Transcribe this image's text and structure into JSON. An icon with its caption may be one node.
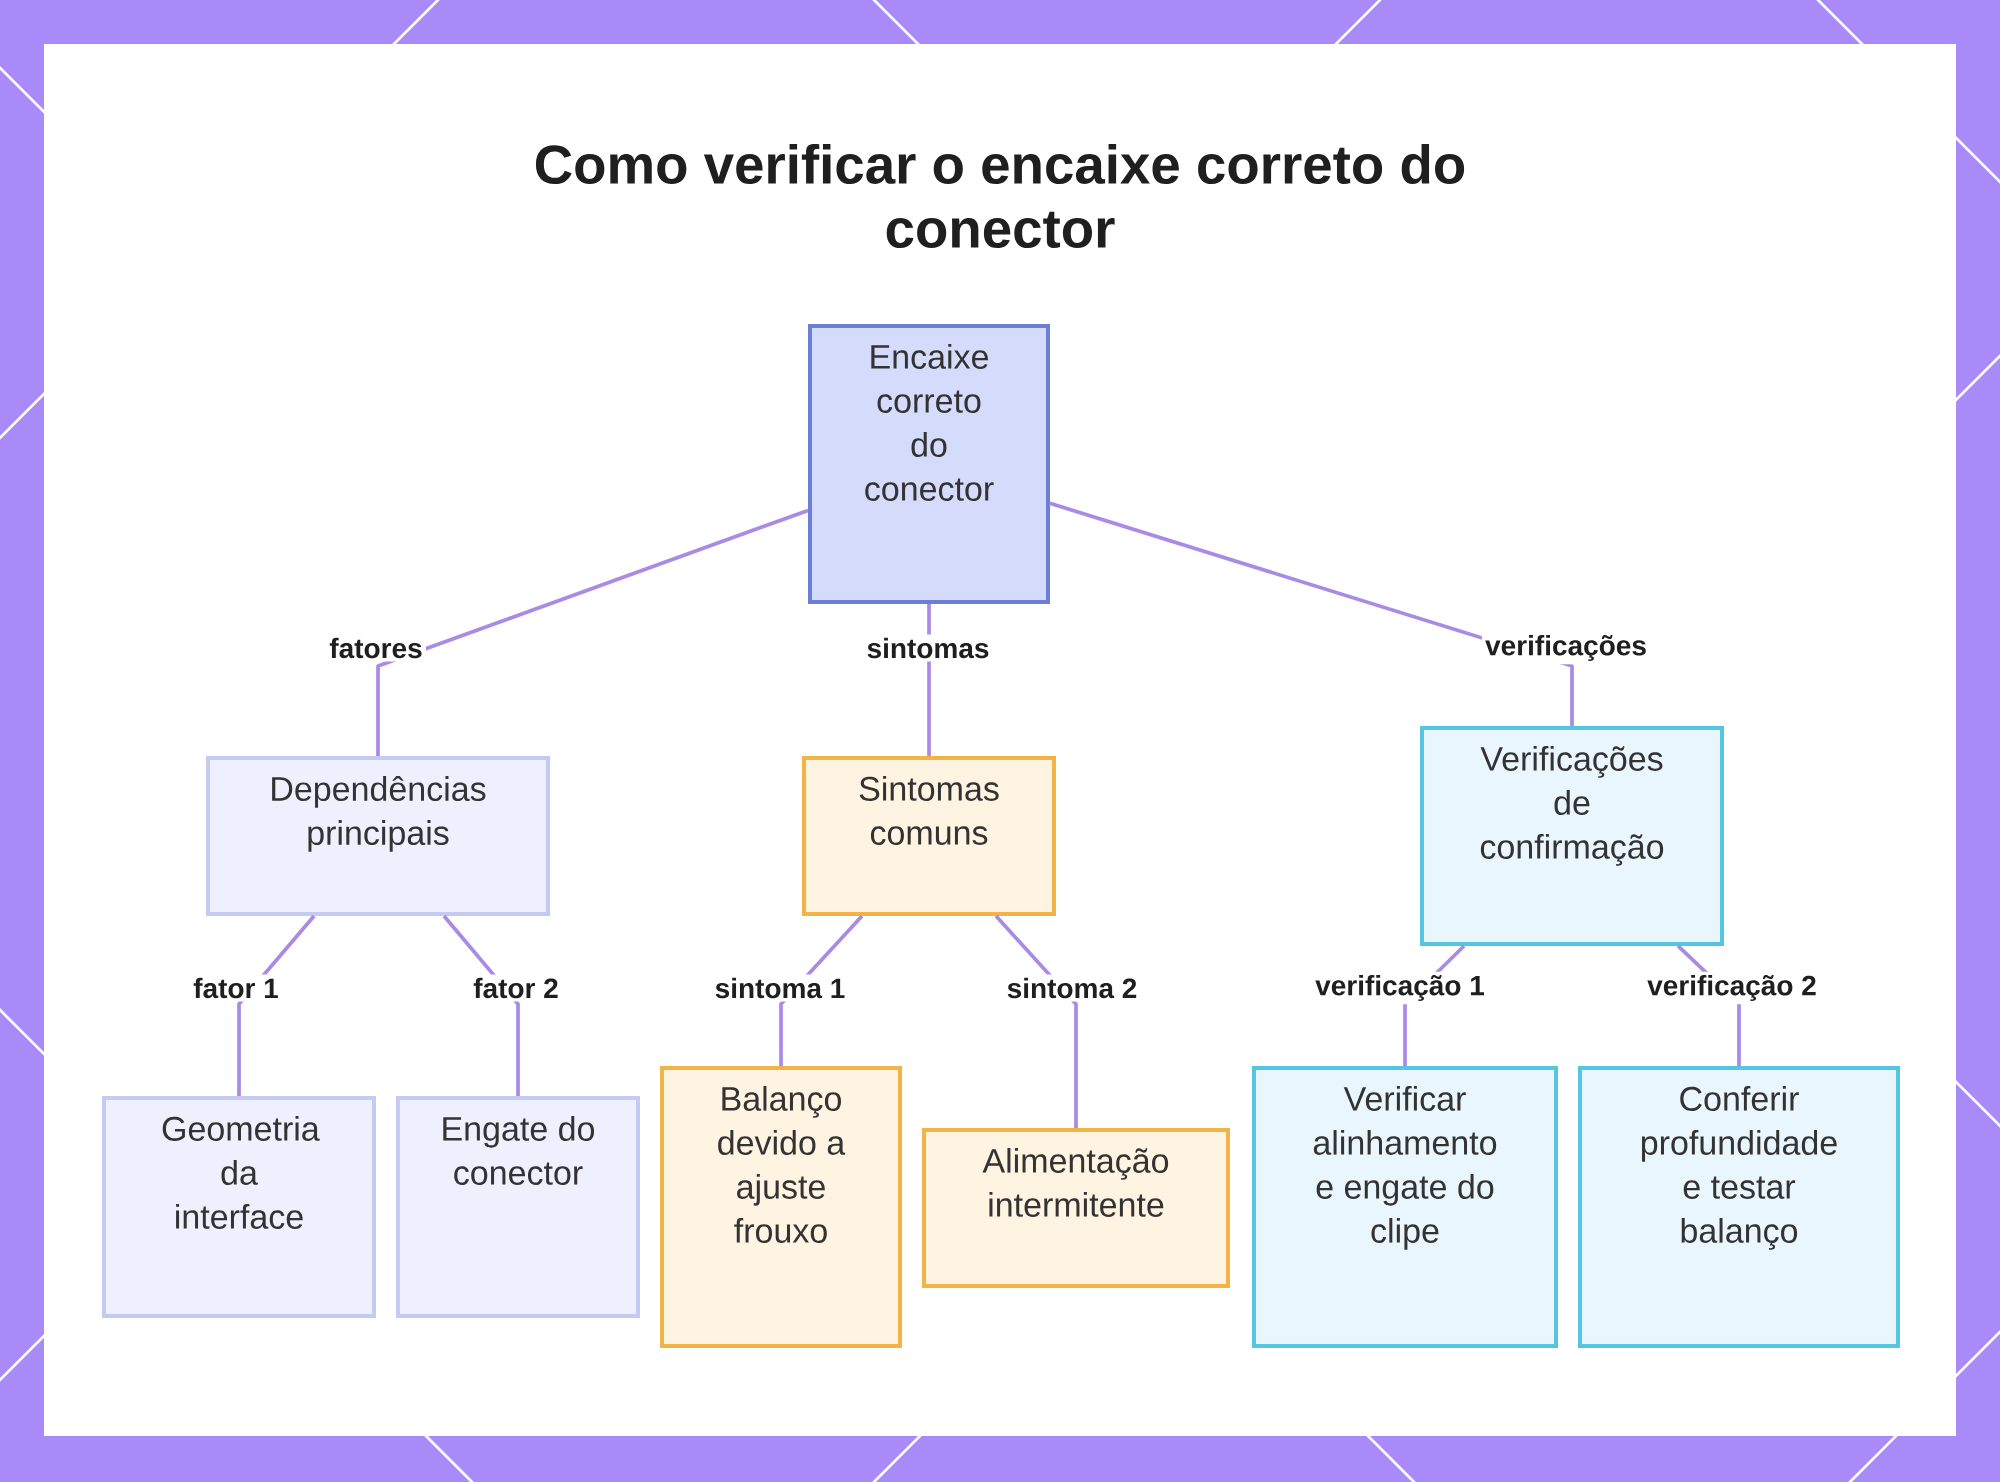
{
  "diagram": {
    "title": "Como verificar o encaixe correto do conector",
    "nodes": [
      {
        "text": [
          "Encaixe correto do conector"
        ]
      },
      {
        "text": [
          "Dependências principais"
        ]
      },
      {
        "text": [
          "Sintomas comuns"
        ]
      },
      {
        "text": [
          "Verificações de confirmação"
        ]
      },
      {
        "text": [
          "Geometria da interface"
        ]
      },
      {
        "text": [
          "Engate do conector"
        ]
      },
      {
        "text": [
          "Balanço devido a ajuste frouxo"
        ]
      },
      {
        "text": [
          "Alimentação intermitente"
        ]
      },
      {
        "text": [
          "Verificar alinhamento e engate do clipe"
        ]
      },
      {
        "text": [
          "Conferir profundidade e testar balanço"
        ]
      }
    ],
    "edges": [
      {
        "from": 0,
        "to": 1,
        "arrow": "none",
        "label": "fatores"
      },
      {
        "from": 0,
        "to": 2,
        "arrow": "none",
        "label": "sintomas"
      },
      {
        "from": 0,
        "to": 3,
        "arrow": "none",
        "label": "verificações"
      },
      {
        "from": 1,
        "to": 4,
        "arrow": "none",
        "label": "fator 1"
      },
      {
        "from": 1,
        "to": 5,
        "arrow": "none",
        "label": "fator 2"
      },
      {
        "from": 2,
        "to": 6,
        "arrow": "none",
        "label": "sintoma 1"
      },
      {
        "from": 2,
        "to": 7,
        "arrow": "none",
        "label": "sintoma 2"
      },
      {
        "from": 3,
        "to": 8,
        "arrow": "none",
        "label": "verificação 1"
      },
      {
        "from": 3,
        "to": 9,
        "arrow": "none",
        "label": "verificação 2"
      }
    ]
  }
}
